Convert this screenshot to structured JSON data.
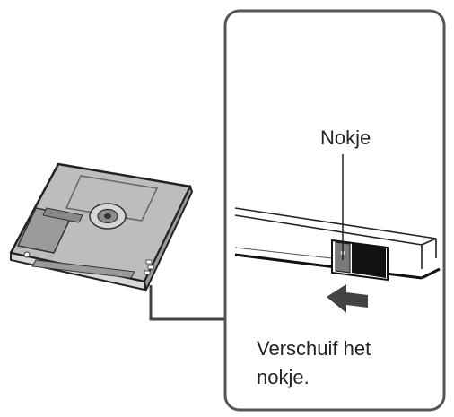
{
  "tab_label": "Nokje",
  "instruction": {
    "line1": "Verschuif het",
    "line2": "nokje."
  },
  "colors": {
    "ink": "#333333",
    "disc_body": "#bdbdbd",
    "disc_dark": "#8c8c8c",
    "panel_fill": "#ffffff",
    "arrow": "#444444",
    "tab_dark": "#111111"
  },
  "icons": {
    "minidisc": "minidisc-icon",
    "arrow": "slide-left-arrow-icon"
  }
}
